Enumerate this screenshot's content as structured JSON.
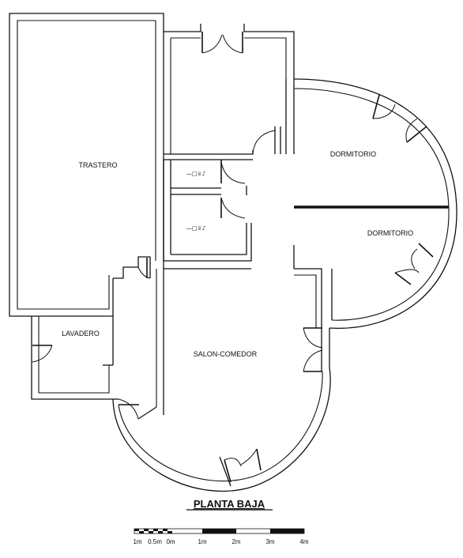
{
  "plan": {
    "title": "PLANTA BAJA",
    "rooms": {
      "trastero": "TRASTERO",
      "lavadero": "LAVADERO",
      "salon_comedor": "SALON-COMEDOR",
      "dormitorio_1": "DORMITORIO",
      "dormitorio_2": "DORMITORIO"
    },
    "wc_labels": [
      "—□♕♪",
      "—□♕♪"
    ],
    "scale": {
      "labels": [
        "1m",
        "0.5m",
        "0m",
        "1m",
        "2m",
        "3m",
        "4m"
      ]
    }
  }
}
